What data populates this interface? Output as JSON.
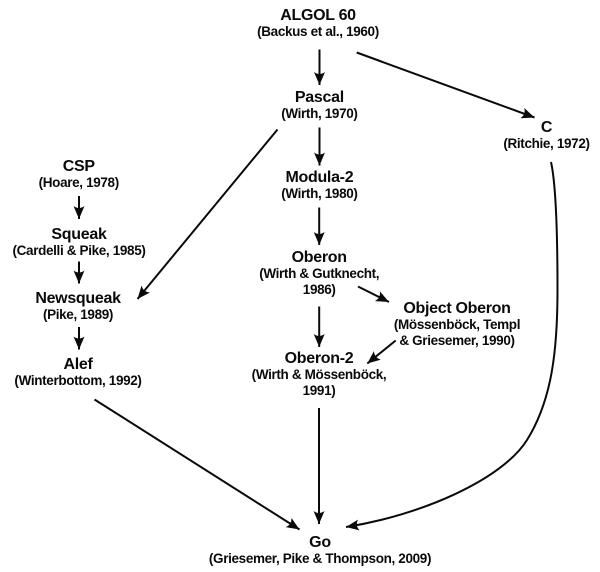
{
  "colors": {
    "ink": "#0a0a0a",
    "background": "#ffffff"
  },
  "nodes": {
    "algol60": {
      "name": "ALGOL 60",
      "citation": "(Backus et al., 1960)"
    },
    "pascal": {
      "name": "Pascal",
      "citation": "(Wirth, 1970)"
    },
    "modula2": {
      "name": "Modula-2",
      "citation": "(Wirth, 1980)"
    },
    "oberon": {
      "name": "Oberon",
      "citation": "(Wirth & Gutknecht,\n1986)"
    },
    "object_oberon": {
      "name": "Object Oberon",
      "citation": "(Mössenböck, Templ\n& Griesemer, 1990)"
    },
    "oberon2": {
      "name": "Oberon-2",
      "citation": "(Wirth & Mössenböck,\n1991)"
    },
    "csp": {
      "name": "CSP",
      "citation": "(Hoare, 1978)"
    },
    "squeak": {
      "name": "Squeak",
      "citation": "(Cardelli & Pike, 1985)"
    },
    "newsqueak": {
      "name": "Newsqueak",
      "citation": "(Pike, 1989)"
    },
    "alef": {
      "name": "Alef",
      "citation": "(Winterbottom, 1992)"
    },
    "c": {
      "name": "C",
      "citation": "(Ritchie, 1972)"
    },
    "go": {
      "name": "Go",
      "citation": "(Griesemer, Pike & Thompson, 2009)"
    }
  },
  "edges": [
    {
      "from": "algol60",
      "to": "pascal"
    },
    {
      "from": "algol60",
      "to": "c"
    },
    {
      "from": "pascal",
      "to": "modula2"
    },
    {
      "from": "pascal",
      "to": "newsqueak"
    },
    {
      "from": "modula2",
      "to": "oberon"
    },
    {
      "from": "oberon",
      "to": "object_oberon"
    },
    {
      "from": "oberon",
      "to": "oberon2"
    },
    {
      "from": "object_oberon",
      "to": "oberon2"
    },
    {
      "from": "csp",
      "to": "squeak"
    },
    {
      "from": "squeak",
      "to": "newsqueak"
    },
    {
      "from": "newsqueak",
      "to": "alef"
    },
    {
      "from": "alef",
      "to": "go"
    },
    {
      "from": "oberon2",
      "to": "go"
    },
    {
      "from": "c",
      "to": "go"
    }
  ]
}
